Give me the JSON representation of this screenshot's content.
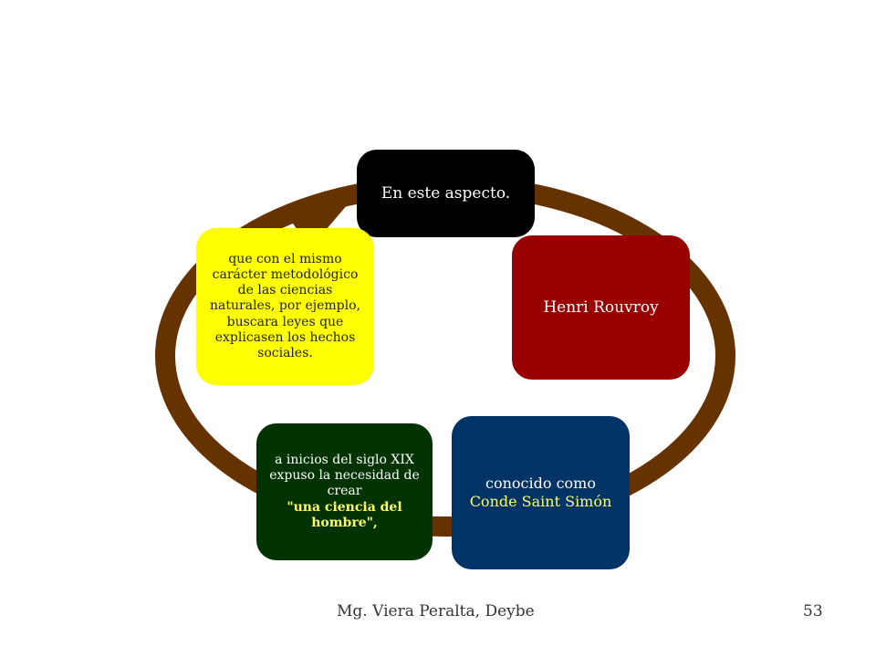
{
  "diagram": {
    "ring_color": "#663300",
    "boxes": {
      "top": {
        "text": "En este aspecto.",
        "bg": "#000000"
      },
      "right": {
        "text": "Henri Rouvroy",
        "bg": "#990000"
      },
      "bottom_right": {
        "text_plain": "conocido como",
        "text_highlight": "Conde Saint Simón",
        "bg": "#003366",
        "highlight_color": "#ffff66"
      },
      "bottom_left": {
        "text_plain": "a inicios del siglo XIX expuso la necesidad de crear",
        "text_highlight": "\"una ciencia del hombre\",",
        "bg": "#003300",
        "highlight_color": "#ffff66"
      },
      "left": {
        "text": "que con el mismo carácter metodológico de las ciencias naturales, por ejemplo, buscara leyes que explicasen los hechos sociales.",
        "bg": "#ffff00"
      }
    }
  },
  "footer": {
    "author": "Mg. Viera Peralta, Deybe",
    "page": "53"
  }
}
